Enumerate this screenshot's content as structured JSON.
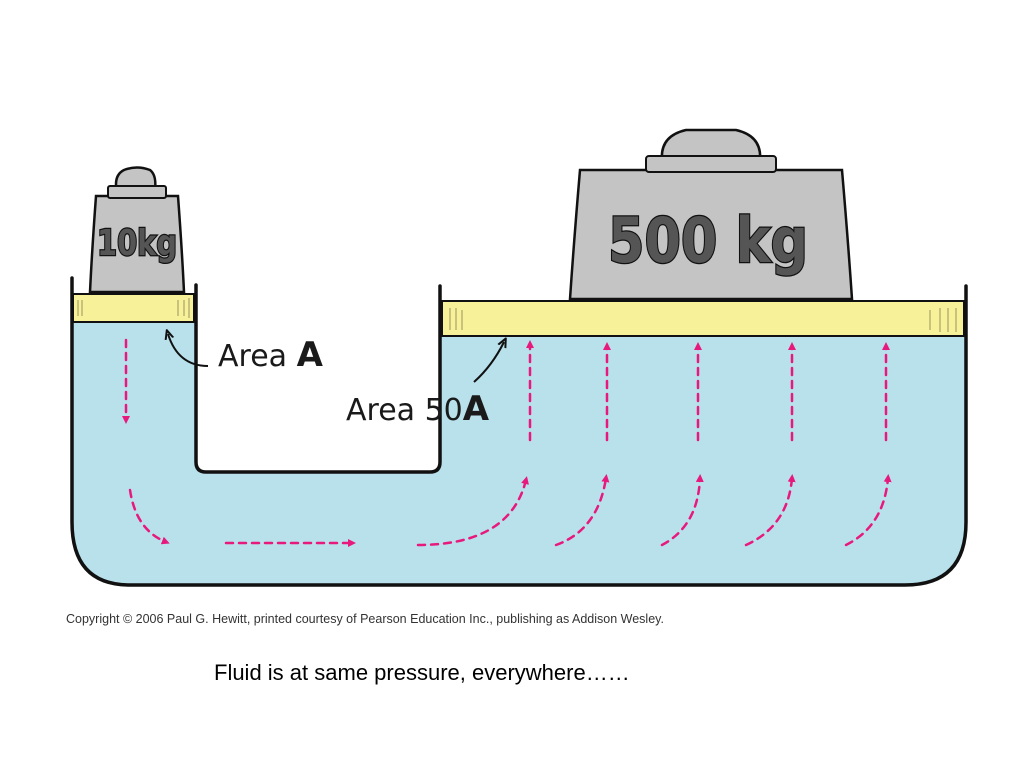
{
  "diagram": {
    "small_weight": {
      "label": "10kg"
    },
    "large_weight": {
      "label": "500 kg"
    },
    "small_area_label": {
      "prefix": "Area ",
      "symbol": "A"
    },
    "large_area_label": {
      "prefix": "Area 50",
      "symbol": "A"
    },
    "colors": {
      "fluid": "#b8e1ec",
      "piston": "#f7f29a",
      "weight": "#c4c4c4",
      "flow_arrows": "#e8197d",
      "outline": "#111111"
    }
  },
  "copyright": "Copyright © 2006 Paul G. Hewitt, printed courtesy of Pearson Education Inc., publishing as Addison Wesley.",
  "caption": "Fluid is at same pressure, everywhere……"
}
